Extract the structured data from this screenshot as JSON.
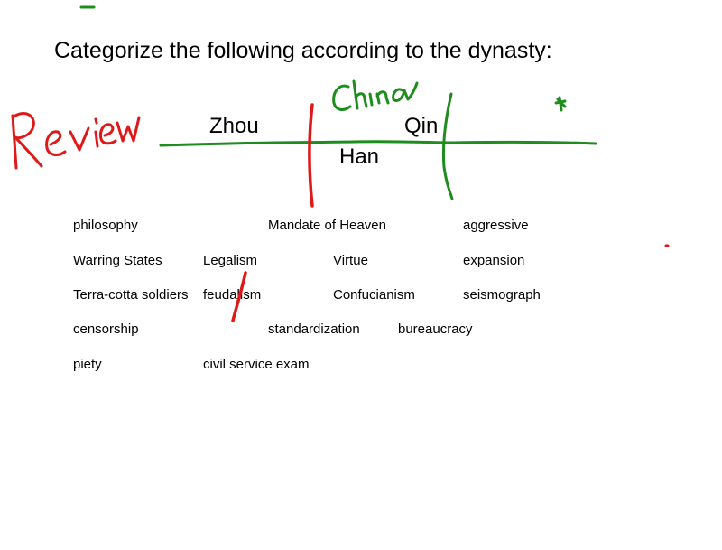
{
  "slide": {
    "title": "Categorize the following according to the dynasty:"
  },
  "timeline": {
    "zhou": "Zhou",
    "han": "Han",
    "qin": "Qin"
  },
  "terms": [
    "philosophy",
    "Mandate of Heaven",
    "aggressive",
    "Warring States",
    "Legalism",
    "Virtue",
    "expansion",
    "Terra-cotta soldiers",
    "feudalism",
    "Confucianism",
    "seismograph",
    "censorship",
    "standardization",
    "bureaucracy",
    "piety",
    "civil service exam"
  ],
  "ink": {
    "review_label": "Review",
    "china_label": "China",
    "red_color": "#e01818",
    "green_color": "#1d8d1d"
  }
}
